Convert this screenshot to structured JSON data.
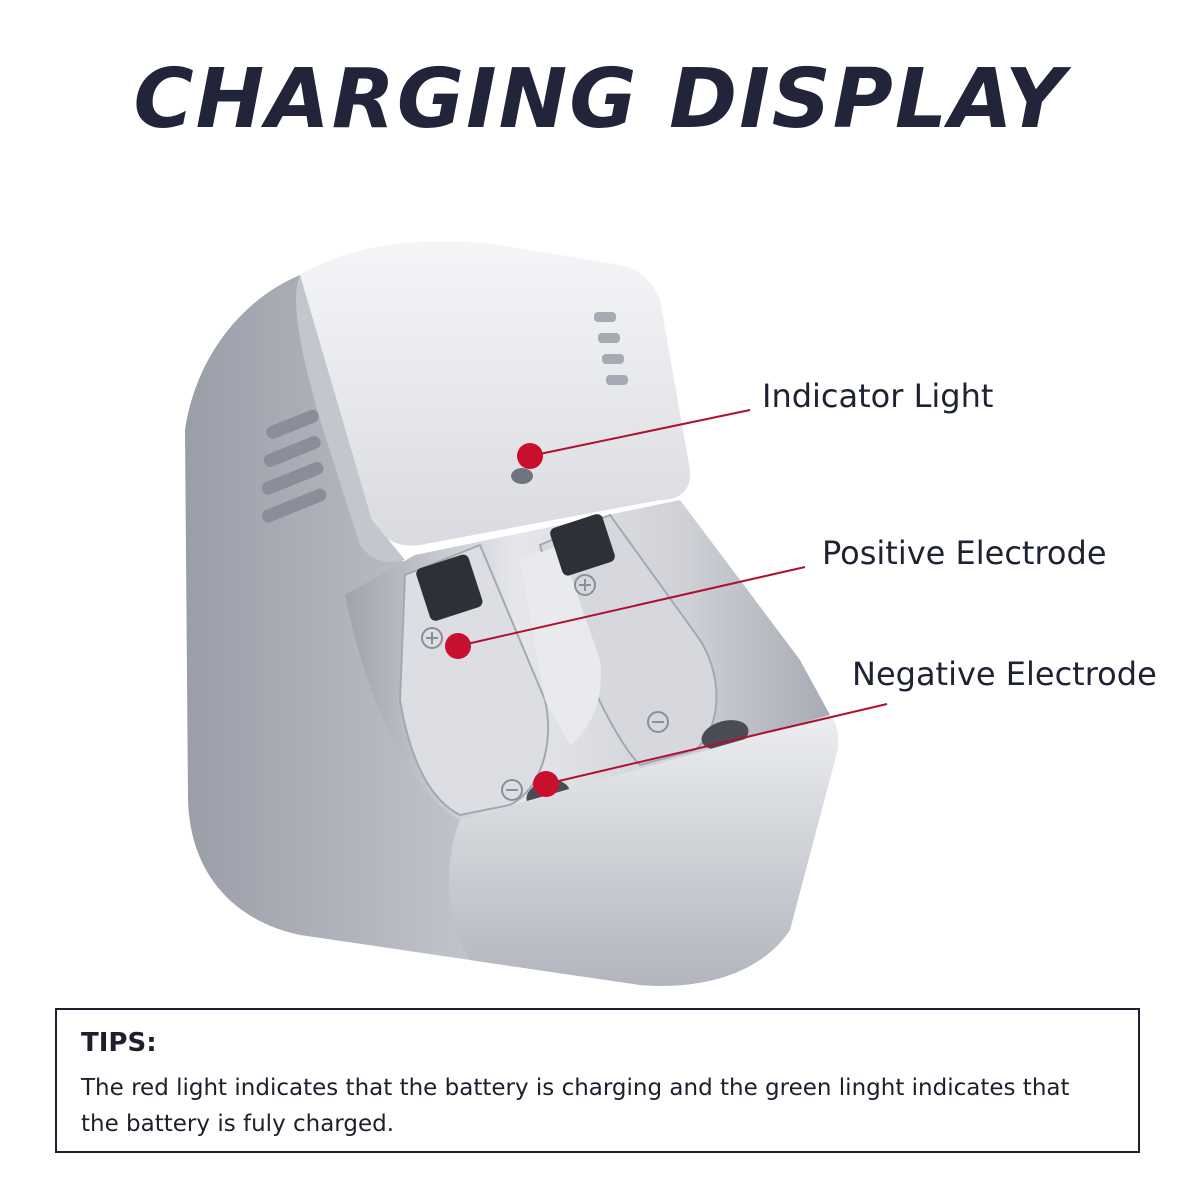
{
  "title": "CHARGING DISPLAY",
  "callouts": {
    "indicator": "Indicator Light",
    "positive": "Positive Electrode",
    "negative": "Negative Electrode"
  },
  "tips": {
    "heading": "TIPS:",
    "text": "The red light indicates that the battery is charging and the green linght indicates that the battery is fuly charged."
  },
  "colors": {
    "title": "#22253a",
    "callout_dot": "#c8102e",
    "callout_line": "#b01030",
    "body_silver": "#c9cbd2"
  },
  "icons": {
    "positive_mark": "plus-in-circle-icon",
    "negative_mark": "minus-in-circle-icon"
  }
}
